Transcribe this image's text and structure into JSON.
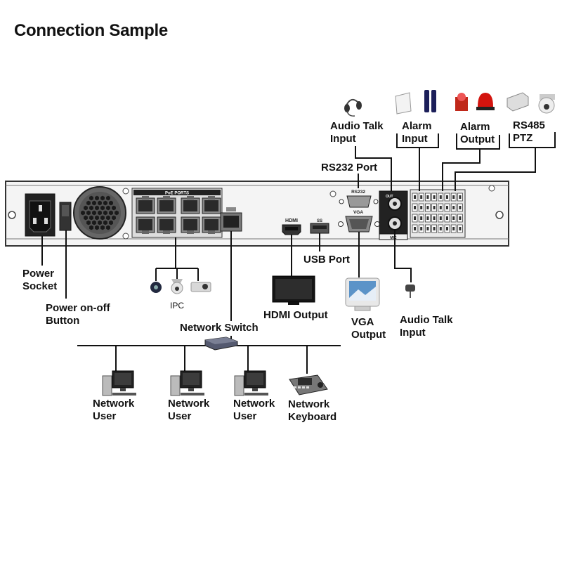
{
  "title": "Connection Sample",
  "labels": {
    "power_socket": [
      "Power",
      "Socket"
    ],
    "power_button": [
      "Power on-off",
      "Button"
    ],
    "ipc": "IPC",
    "network_switch": "Network Switch",
    "hdmi_output": "HDMI Output",
    "usb_port": "USB Port",
    "vga_output": [
      "VGA",
      "Output"
    ],
    "audio_talk_input_top": [
      "Audio Talk",
      "Input"
    ],
    "audio_talk_input_bottom": [
      "Audio Talk",
      "Input"
    ],
    "alarm_input": [
      "Alarm",
      "Input"
    ],
    "alarm_output": [
      "Alarm",
      "Output"
    ],
    "rs485_ptz": [
      "RS485",
      "PTZ"
    ],
    "rs232_port": "RS232 Port",
    "network_users": [
      [
        "Network",
        "User"
      ],
      [
        "Network",
        "User"
      ],
      [
        "Network",
        "User"
      ]
    ],
    "network_keyboard": [
      "Network",
      "Keyboard"
    ]
  },
  "panel_text": {
    "poe_ports": "PoE PORTS",
    "rs232": "RS232",
    "vga": "VGA",
    "hdmi": "HDMI",
    "usb": "SS",
    "out": "OUT",
    "mic": "MIC"
  },
  "icons": [
    "headset-icon",
    "alarm-sensor-icon",
    "alarm-siren-icon",
    "ptz-camera-icon",
    "ip-camera-icon",
    "monitor-icon",
    "vga-monitor-icon",
    "microphone-icon",
    "network-switch-icon",
    "computer-icon",
    "keyboard-controller-icon"
  ]
}
